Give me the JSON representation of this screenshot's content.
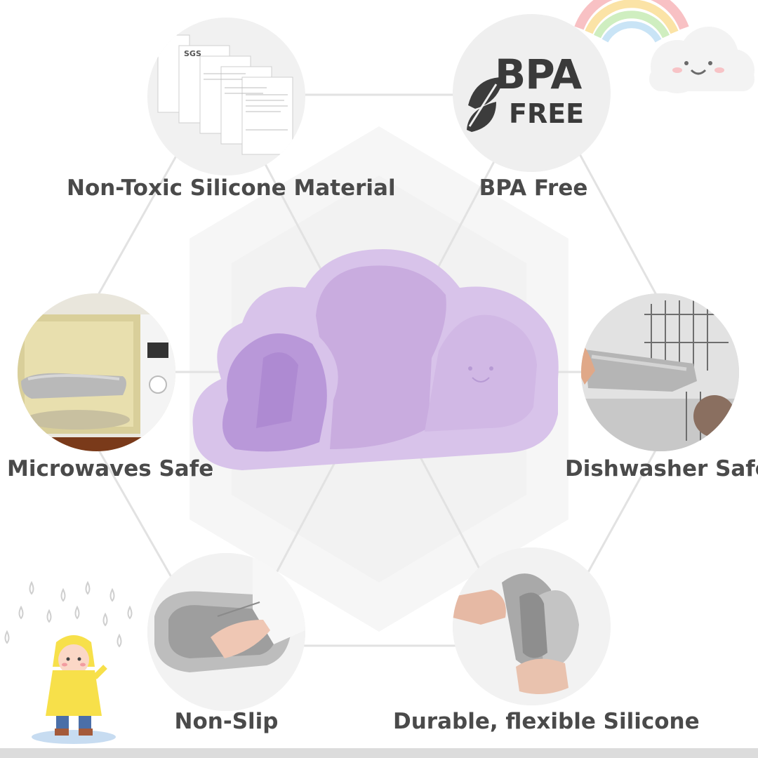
{
  "features": [
    {
      "label": "Non-Toxic Silicone Material"
    },
    {
      "label": "BPA Free"
    },
    {
      "label": "Microwaves Safe"
    },
    {
      "label": "Dishwasher Safe"
    },
    {
      "label": "Non-Slip"
    },
    {
      "label": "Durable, flexible Silicone"
    }
  ],
  "badge": {
    "line1": "BPA",
    "line2": "FREE"
  },
  "report_stamp": "SGS",
  "colors": {
    "plate": "#d8c3ea",
    "plate_inner": "#b58fd6",
    "caption": "#4a4a4a",
    "circle_bg": "#efefef",
    "hexagon_line": "#e0e0e0"
  },
  "icons": [
    "leaf-icon",
    "rainbow-cloud-icon",
    "raindrop-icon",
    "child-raincoat-icon"
  ]
}
